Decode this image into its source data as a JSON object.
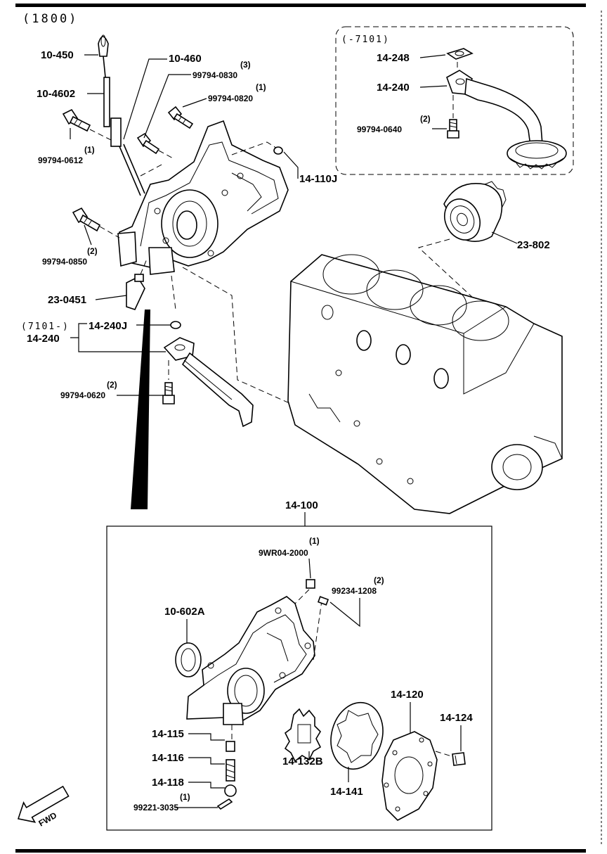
{
  "header": {
    "model_code": "(1800)"
  },
  "inset_top": {
    "range_label": "(-7101)"
  },
  "lower_range_label": "(7101-)",
  "parts": {
    "p10_450": "10-450",
    "p10_460": "10-460",
    "p10_4602": "10-4602",
    "p99794_0830": "99794-0830",
    "p99794_0830_qty": "(3)",
    "p99794_0820": "99794-0820",
    "p99794_0820_qty": "(1)",
    "p99794_0612": "99794-0612",
    "p99794_0612_qty": "(1)",
    "p14_110J": "14-110J",
    "p99794_0850": "99794-0850",
    "p99794_0850_qty": "(2)",
    "p23_0451": "23-0451",
    "p14_240J": "14-240J",
    "p14_240_lower": "14-240",
    "p99794_0620": "99794-0620",
    "p99794_0620_qty": "(2)",
    "p14_248": "14-248",
    "p14_240_upper": "14-240",
    "p99794_0640": "99794-0640",
    "p99794_0640_qty": "(2)",
    "p23_802": "23-802",
    "p14_100": "14-100",
    "p9WR04_2000": "9WR04-2000",
    "p9WR04_2000_qty": "(1)",
    "p10_602A": "10-602A",
    "p99234_1208": "99234-1208",
    "p99234_1208_qty": "(2)",
    "p14_115": "14-115",
    "p14_116": "14-116",
    "p14_118": "14-118",
    "p99221_3035": "99221-3035",
    "p99221_3035_qty": "(1)",
    "p14_132B": "14-132B",
    "p14_141": "14-141",
    "p14_120": "14-120",
    "p14_124": "14-124"
  },
  "fwd_label": "FWD"
}
